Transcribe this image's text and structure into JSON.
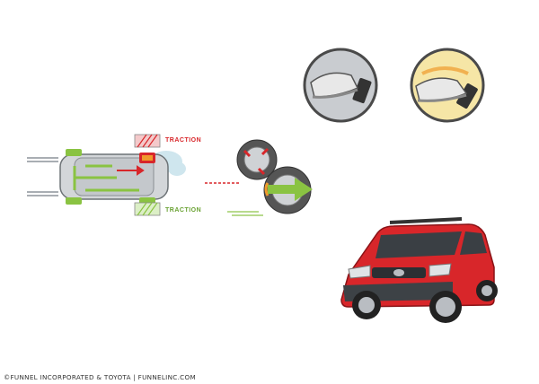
{
  "labels": {
    "traction_top": "TRACTION",
    "traction_bottom": "TRACTION"
  },
  "footer": {
    "credit": "©FUNNEL INCORPORATED & TOYOTA  |  FUNNELINC.COM"
  },
  "icons": {
    "car_topview": "car-topview-icon",
    "wheels": "wheels-icon",
    "pedal_gray": "pedal-icon",
    "pedal_yellow": "pedal-icon",
    "suv": "suv-icon"
  },
  "colors": {
    "red": "#d8262a",
    "green": "#8ac342",
    "gray": "#a9aeb3",
    "blue_tint": "#cfe6ee",
    "yellow_bg": "#f6e6a6",
    "orange": "#f09a2c"
  }
}
